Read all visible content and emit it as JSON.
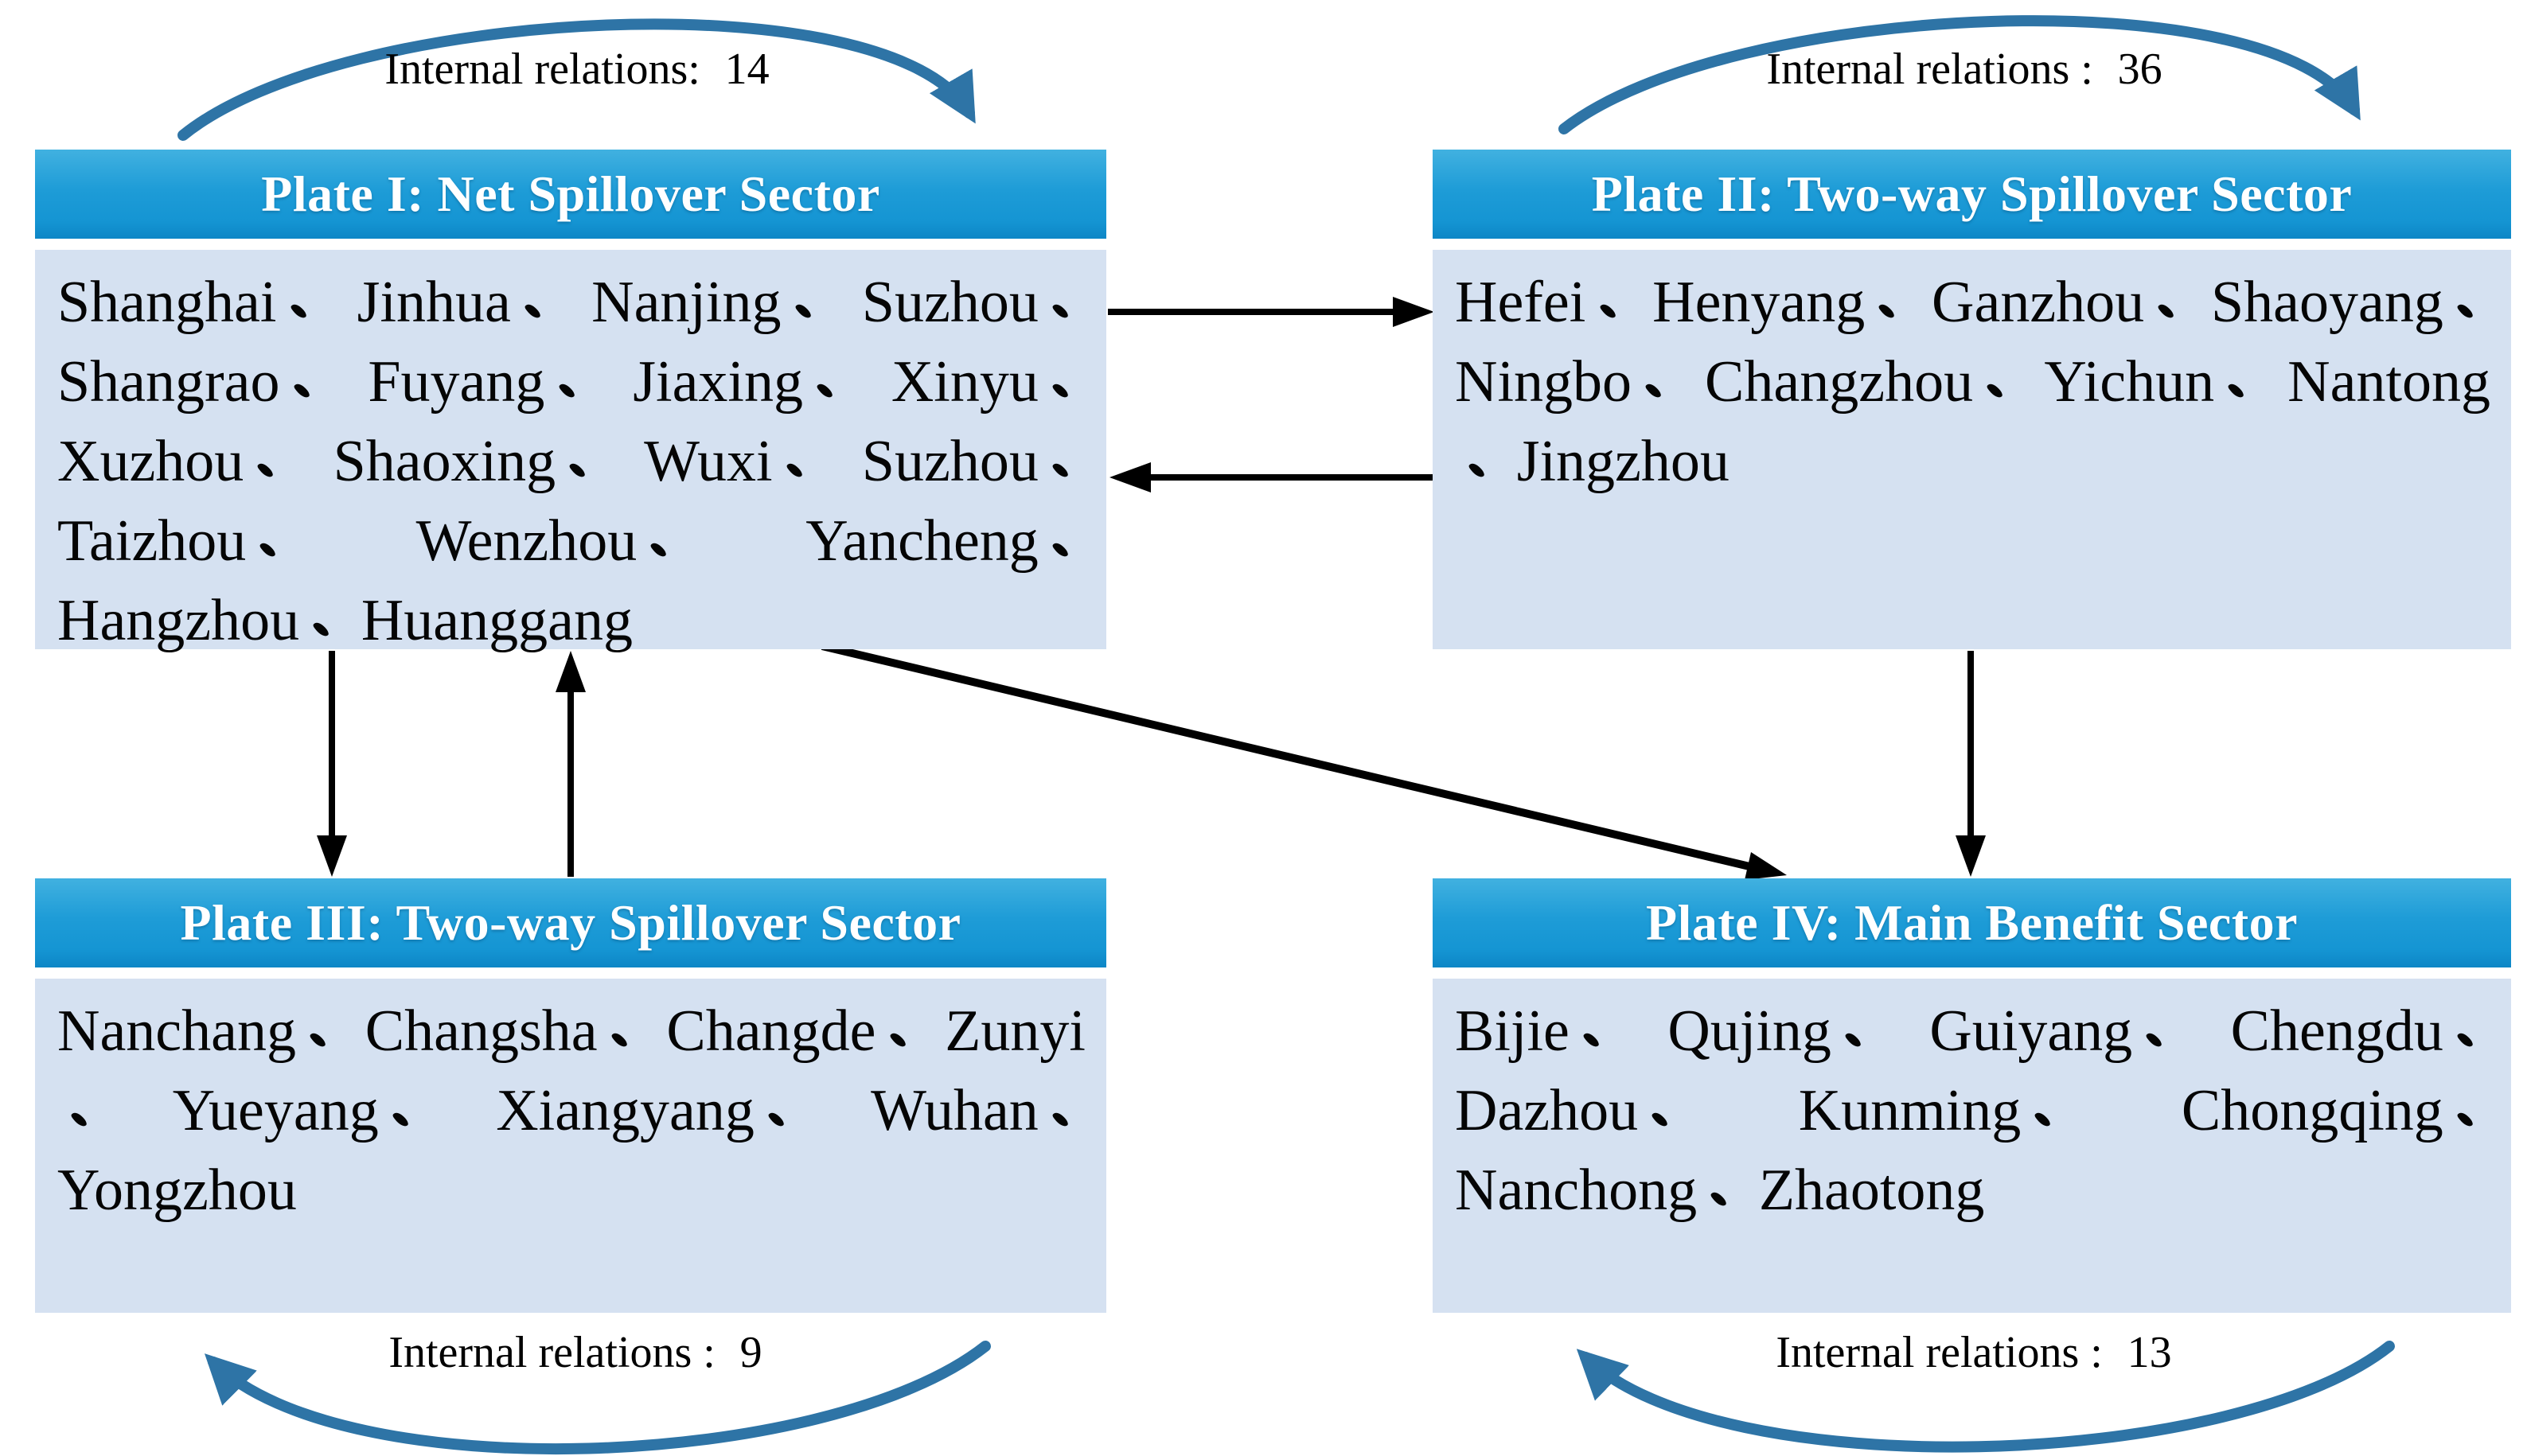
{
  "diagram": {
    "separator": "、",
    "colors": {
      "header_blue": "#1E9CD7",
      "body_blue": "#D5E1F1",
      "arc_blue": "#2E74A6",
      "arrow_black": "#000000",
      "header_text": "#FFFFFF",
      "body_text": "#050505"
    },
    "plates": [
      {
        "title": "Plate I: Net Spillover Sector",
        "cities": [
          "Shanghai",
          "Jinhua",
          "Nanjing",
          "Suzhou",
          "Shangrao",
          "Fuyang",
          "Jiaxing",
          "Xinyu",
          "Xuzhou",
          "Shaoxing",
          "Wuxi",
          "Suzhou",
          "Taizhou",
          "Wenzhou",
          "Yancheng",
          "Hangzhou",
          "Huanggang"
        ],
        "internal_relations_label": "Internal relations:",
        "internal_relations_value": "14"
      },
      {
        "title": "Plate II: Two-way Spillover Sector",
        "cities": [
          "Hefei",
          "Henyang",
          "Ganzhou",
          "Shaoyang",
          "Ningbo",
          "Changzhou",
          "Yichun",
          "Nantong",
          "Jingzhou"
        ],
        "internal_relations_label": "Internal relations :",
        "internal_relations_value": "36"
      },
      {
        "title": "Plate III: Two-way Spillover Sector",
        "cities": [
          "Nanchang",
          "Changsha",
          "Changde",
          "Zunyi",
          "Yueyang",
          "Xiangyang",
          "Wuhan",
          "Yongzhou"
        ],
        "internal_relations_label": "Internal relations :",
        "internal_relations_value": "9"
      },
      {
        "title": "Plate IV: Main Benefit Sector",
        "cities": [
          "Bijie",
          "Qujing",
          "Guiyang",
          "Chengdu",
          "Dazhou",
          "Kunming",
          "Chongqing",
          "Nanchong",
          "Zhaotong"
        ],
        "internal_relations_label": "Internal relations :",
        "internal_relations_value": "13"
      }
    ]
  }
}
